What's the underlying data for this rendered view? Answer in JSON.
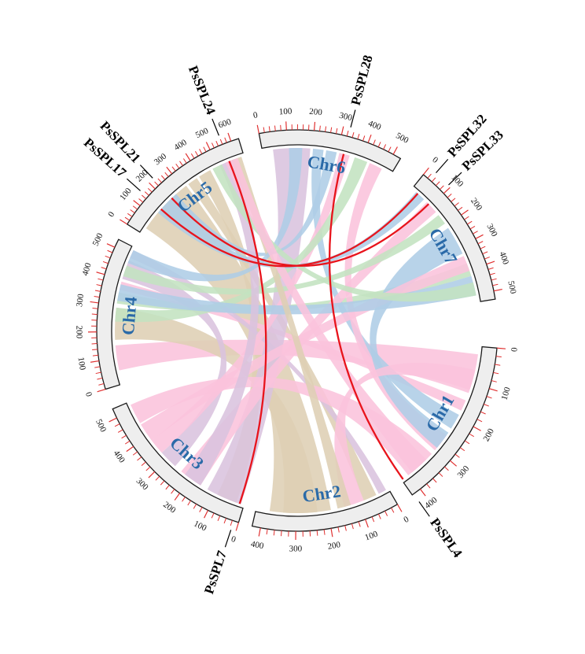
{
  "chromosomes": [
    {
      "id": "Chr1",
      "label": "Chr1",
      "ticks": [
        "0",
        "100",
        "200",
        "300",
        "400"
      ]
    },
    {
      "id": "Chr2",
      "label": "Chr2",
      "ticks": [
        "0",
        "100",
        "200",
        "300",
        "400"
      ]
    },
    {
      "id": "Chr3",
      "label": "Chr3",
      "ticks": [
        "0",
        "100",
        "200",
        "300",
        "400",
        "500"
      ]
    },
    {
      "id": "Chr4",
      "label": "Chr4",
      "ticks": [
        "0",
        "100",
        "200",
        "300",
        "400",
        "500"
      ]
    },
    {
      "id": "Chr5",
      "label": "Chr5",
      "ticks": [
        "0",
        "100",
        "200",
        "300",
        "400",
        "500",
        "600"
      ]
    },
    {
      "id": "Chr6",
      "label": "Chr6",
      "ticks": [
        "0",
        "100",
        "200",
        "300",
        "400",
        "500"
      ]
    },
    {
      "id": "Chr7",
      "label": "Chr7",
      "ticks": [
        "0",
        "100",
        "200",
        "300",
        "400",
        "500"
      ]
    }
  ],
  "genes": [
    {
      "name": "PsSPL4",
      "chr": "Chr1",
      "pos": 420
    },
    {
      "name": "PsSPL7",
      "chr": "Chr3",
      "pos": 15
    },
    {
      "name": "PsSPL17",
      "chr": "Chr5",
      "pos": 150
    },
    {
      "name": "PsSPL21",
      "chr": "Chr5",
      "pos": 225
    },
    {
      "name": "PsSPL24",
      "chr": "Chr5",
      "pos": 560
    },
    {
      "name": "PsSPL28",
      "chr": "Chr6",
      "pos": 325
    },
    {
      "name": "PsSPL32",
      "chr": "Chr7",
      "pos": 30
    },
    {
      "name": "PsSPL33",
      "chr": "Chr7",
      "pos": 90
    }
  ],
  "colors": {
    "Chr1": "#fac3dc",
    "Chr2": "#decfb4",
    "Chr3": "#d9c3de",
    "Chr4": "#d9c3de",
    "Chr5": "#decfb4",
    "Chr6": "#aecde6",
    "Chr7": "#aecde6",
    "green": "#c3e3c0",
    "highlight": "#e8141c",
    "chr_label": "#2a6aa8",
    "tick": "#e03030"
  },
  "highlight_links": [
    [
      "PsSPL28",
      "PsSPL4"
    ],
    [
      "PsSPL24",
      "PsSPL7"
    ],
    [
      "PsSPL17",
      "PsSPL32"
    ],
    [
      "PsSPL21",
      "PsSPL33"
    ]
  ]
}
